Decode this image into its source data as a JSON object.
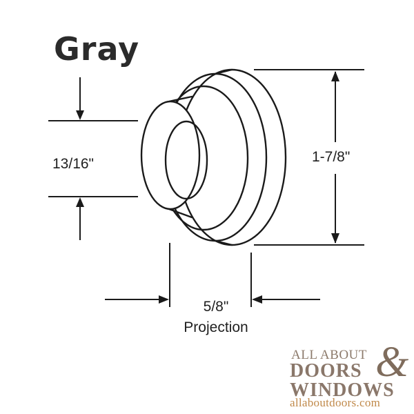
{
  "title": "Gray",
  "dimensions": {
    "inner_diameter": "13/16\"",
    "outer_diameter": "1-7/8\"",
    "projection_value": "5/8\"",
    "projection_label": "Projection"
  },
  "logo": {
    "line1": "ALL ABOUT",
    "line2": "DOORS",
    "ampersand": "&",
    "line3": "WINDOWS",
    "url": "allaboutdoors.com"
  },
  "colors": {
    "line": "#1a1a1a",
    "logo_text": "#8a776a",
    "logo_url": "#c0894a"
  }
}
